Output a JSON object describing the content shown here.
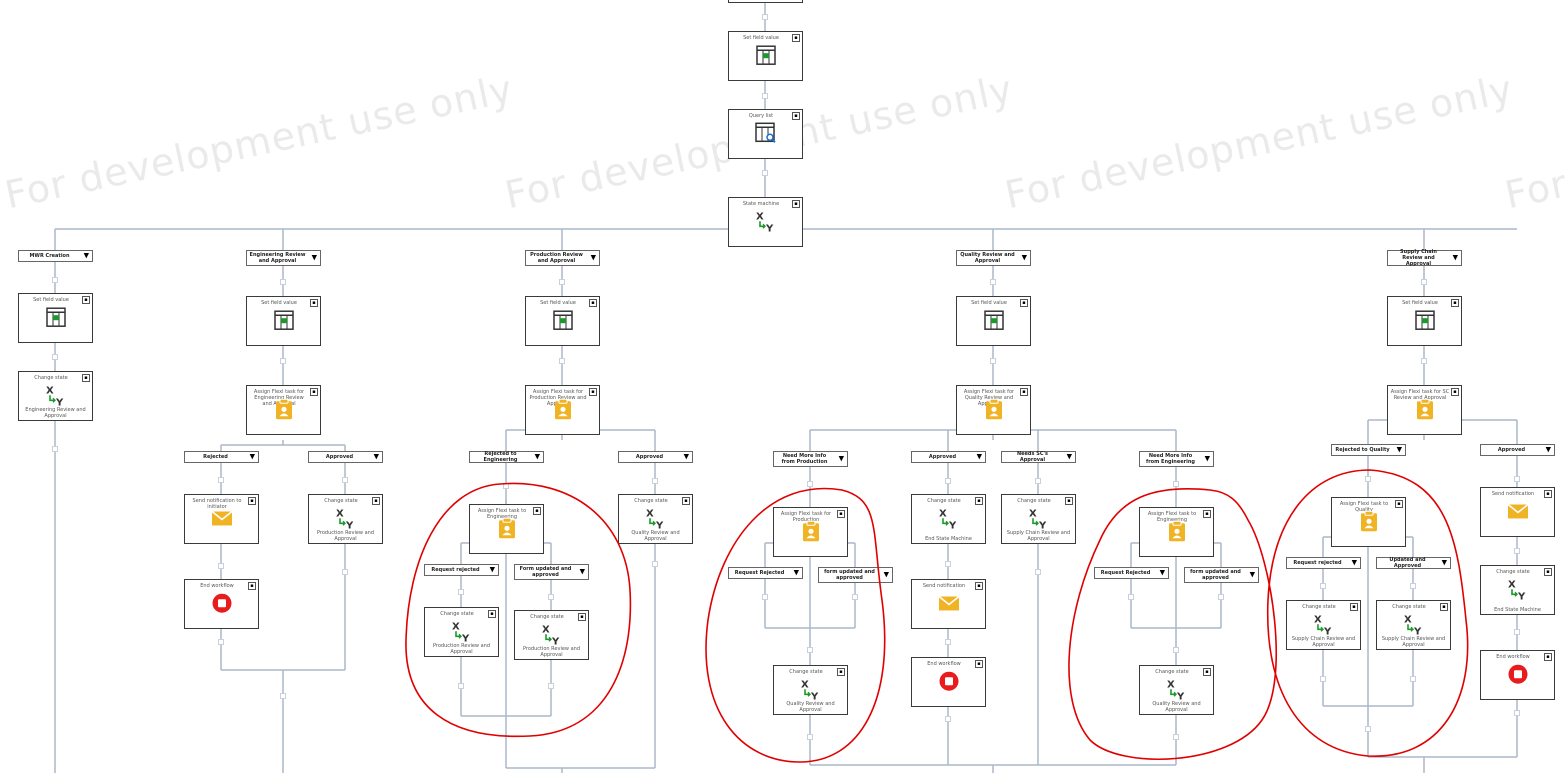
{
  "watermark": "For development use only",
  "menu_glyph": "▪",
  "dropdown_glyph": "▼",
  "colors": {
    "connector": "#aab8c8",
    "annotation": "#e00000",
    "task_icon": "#f0b323",
    "end_icon": "#e81c1c"
  },
  "top_activities": [
    {
      "title": "Set field value",
      "icon": "set-field-icon"
    },
    {
      "title": "Query list",
      "icon": "query-list-icon"
    },
    {
      "title": "State machine",
      "icon": "state-icon"
    }
  ],
  "columns": {
    "mwr": {
      "branch": "MWR Creation",
      "set_field": {
        "title": "Set field value"
      },
      "change_state": {
        "title": "Change state",
        "caption": "Engineering Review and Approval"
      }
    },
    "engineering": {
      "branch": "Engineering Review and Approval",
      "set_field": {
        "title": "Set field value"
      },
      "assign": {
        "title": "Assign Flexi task for Engineering Review and Approval"
      },
      "outcomes": [
        {
          "label": "Rejected",
          "steps": [
            {
              "title": "Send notification to initiator",
              "icon": "mail-icon",
              "caption": ""
            },
            {
              "title": "End workflow",
              "icon": "end-icon",
              "caption": ""
            }
          ]
        },
        {
          "label": "Approved",
          "steps": [
            {
              "title": "Change state",
              "icon": "state-icon",
              "caption": "Production Review and Approval"
            }
          ]
        }
      ]
    },
    "production": {
      "branch": "Production Review and Approval",
      "set_field": {
        "title": "Set field value"
      },
      "assign": {
        "title": "Assign Flexi task for Production Review and Approval"
      },
      "outcomes": [
        {
          "label": "Rejected to Engineering",
          "assign": {
            "title": "Assign Flexi task to Engineering"
          },
          "sub": [
            {
              "label": "Request rejected",
              "step": {
                "title": "Change state",
                "caption": "Production Review and Approval"
              }
            },
            {
              "label": "Form updated and approved",
              "step": {
                "title": "Change state",
                "caption": "Production Review and Approval"
              }
            }
          ]
        },
        {
          "label": "Approved",
          "step": {
            "title": "Change state",
            "caption": "Quality Review and Approval"
          }
        }
      ]
    },
    "quality": {
      "branch": "Quality Review and Approval",
      "set_field": {
        "title": "Set field value"
      },
      "assign": {
        "title": "Assign Flexi task for Quality Review and Approval"
      },
      "outcomes": [
        {
          "label": "Need More Info from Production",
          "assign": {
            "title": "Assign Flexi task for Production"
          },
          "sub": [
            {
              "label": "Request Rejected"
            },
            {
              "label": "form updated and approved"
            }
          ],
          "after": {
            "title": "Change state",
            "caption": "Quality Review and Approval"
          }
        },
        {
          "label": "Approved",
          "steps": [
            {
              "title": "Change state",
              "icon": "state-icon",
              "caption": "End State Machine"
            },
            {
              "title": "Send notification",
              "icon": "mail-icon",
              "caption": ""
            },
            {
              "title": "End workflow",
              "icon": "end-icon",
              "caption": ""
            }
          ]
        },
        {
          "label": "Needs SC's Approval",
          "steps": [
            {
              "title": "Change state",
              "icon": "state-icon",
              "caption": "Supply Chain Review and Approval"
            }
          ]
        },
        {
          "label": "Need More Info from Engineering",
          "assign": {
            "title": "Assign Flexi task to Engineering"
          },
          "sub": [
            {
              "label": "Request Rejected"
            },
            {
              "label": "form updated and approved"
            }
          ],
          "after": {
            "title": "Change state",
            "caption": "Quality Review and Approval"
          }
        }
      ]
    },
    "supply_chain": {
      "branch": "Supply Chain Review and Approval",
      "set_field": {
        "title": "Set field value"
      },
      "assign": {
        "title": "Assign Flexi task for SC Review and Approval"
      },
      "outcomes": [
        {
          "label": "Rejected to Quality",
          "assign": {
            "title": "Assign Flexi task to Quality"
          },
          "sub": [
            {
              "label": "Request rejected",
              "step": {
                "title": "Change state",
                "caption": "Supply Chain Review and Approval"
              }
            },
            {
              "label": "Updated and Approved",
              "step": {
                "title": "Change state",
                "caption": "Supply Chain Review and Approval"
              }
            }
          ]
        },
        {
          "label": "Approved",
          "steps": [
            {
              "title": "Send notification",
              "icon": "mail-icon",
              "caption": ""
            },
            {
              "title": "Change state",
              "icon": "state-icon",
              "caption": "End State Machine"
            },
            {
              "title": "End workflow",
              "icon": "end-icon",
              "caption": ""
            }
          ]
        }
      ]
    }
  }
}
